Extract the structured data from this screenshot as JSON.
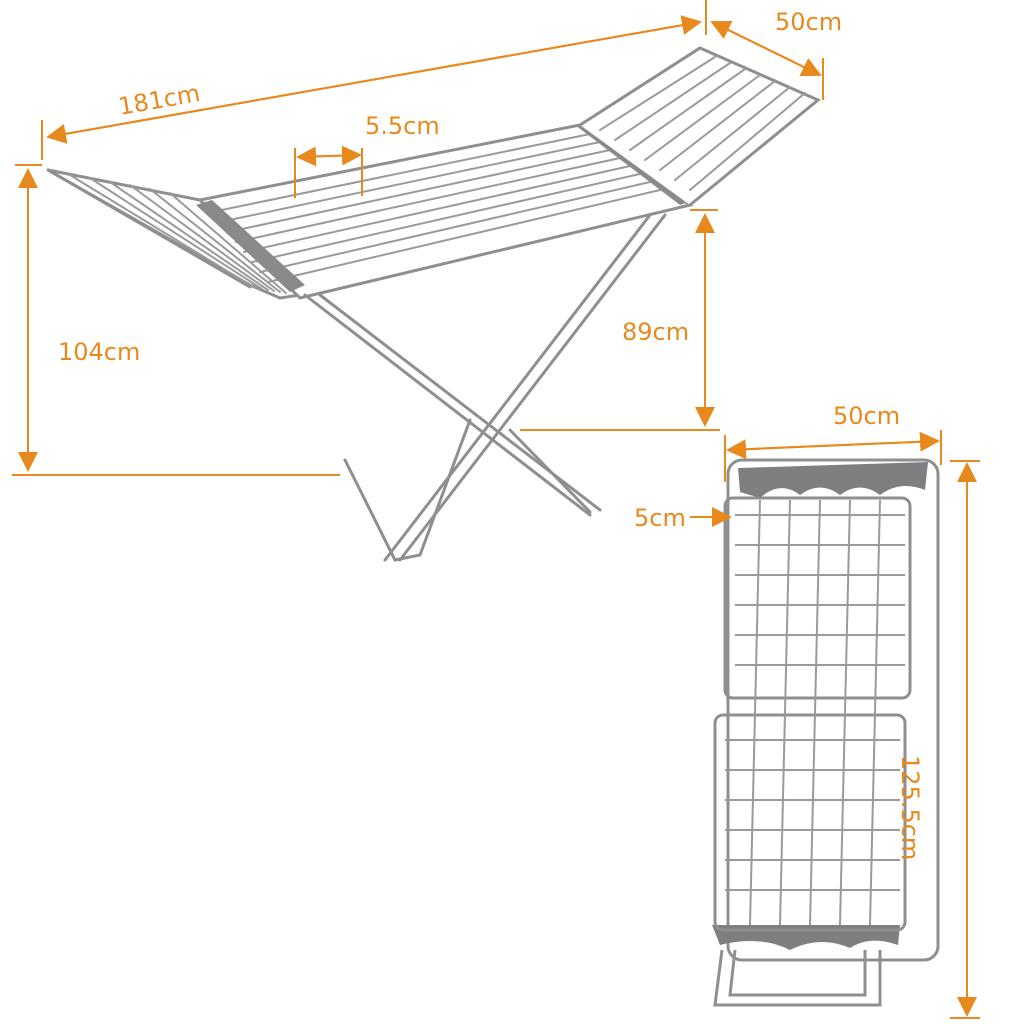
{
  "diagram": {
    "subject": "folding clothes drying rack dimensions",
    "accent_color": "#e8891e",
    "frame_color": "#a9a9ab",
    "labels": {
      "total_length": "181cm",
      "wing_width_top": "50cm",
      "rod_spacing": "5.5cm",
      "total_height": "104cm",
      "rack_height": "89cm",
      "folded_width": "50cm",
      "folded_depth": "5cm",
      "folded_height": "125.5cm"
    }
  }
}
